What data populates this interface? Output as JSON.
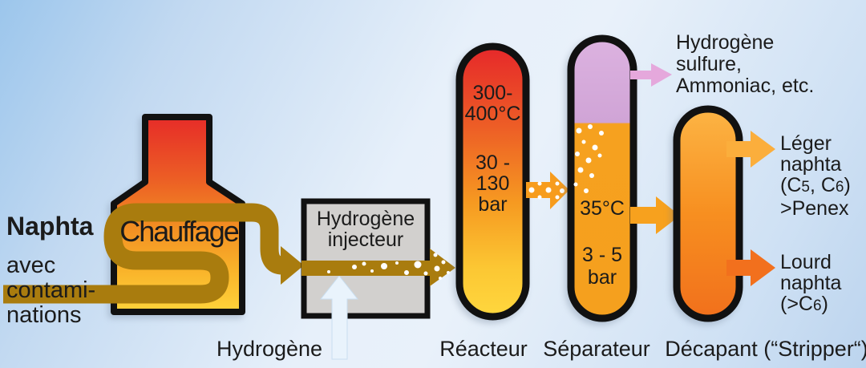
{
  "diagram_title_implicit": "Naphtha hydrotreating process flow (French)",
  "feed": {
    "title": "Naphta",
    "subtitle": "avec\ncontami-\nnations"
  },
  "furnace": {
    "label": "Chauffage"
  },
  "injector": {
    "label": "Hydrogène\ninjecteur"
  },
  "hydrogen_input": {
    "label": "Hydrogène"
  },
  "reactor": {
    "caption": "Réacteur",
    "temperature": "300-\n400°C",
    "pressure": "30 -\n130\nbar"
  },
  "separator": {
    "caption": "Séparateur",
    "temperature": "35°C",
    "pressure": "3 - 5\nbar"
  },
  "stripper": {
    "caption": "Décapant (“Stripper“)"
  },
  "offgas": {
    "label": "Hydrogène\nsulfure,\nAmmoniac, etc."
  },
  "outputs": {
    "light": {
      "line1": "Léger",
      "line2": "naphta",
      "line3_pre": "(C",
      "c1": "5",
      "line3_mid": ", C",
      "c2": "6",
      "line3_post": ")",
      "line4": ">Penex"
    },
    "heavy": {
      "line1": "Lourd",
      "line2": "naphta",
      "line3_pre": "(>C",
      "c": "6",
      "line3_post": ")"
    }
  },
  "colors": {
    "pipe_brown": "#A97C0E",
    "furnace_hot_red": "#E8352B",
    "vessel_yellow": "#FFD73E",
    "separator_purple": "#D5A8DA",
    "separator_orange": "#F6A11F",
    "purple_arrow": "#E5A8DC",
    "orange_arrow": "#F79C1D",
    "light_naphtha_arrow": "#FBAE3C",
    "heavy_naphtha_arrow": "#F2701D",
    "hydrogen_arrow_white": "#E9F3FC",
    "injector_box_gray": "#D2D0CE",
    "outline_black": "#111111",
    "background_blue": "#C2D9F1"
  }
}
